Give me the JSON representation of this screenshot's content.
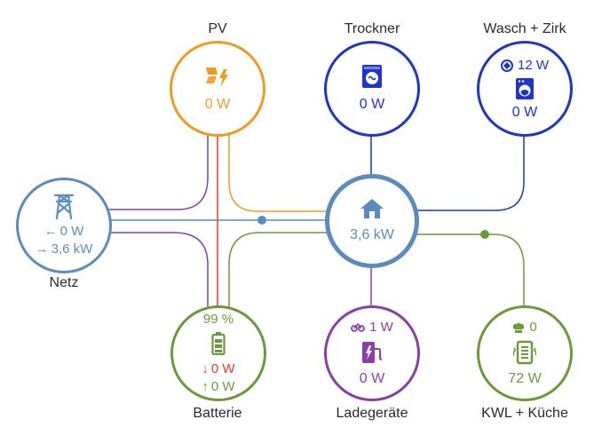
{
  "colors": {
    "pv": "#ef9b23",
    "grid": "#5b8cbf",
    "battery_in": "#e03c31",
    "battery": "#6a9a3a",
    "trockner": "#1d35c9",
    "ladegeraete": "#8a3fa6",
    "kwl": "#6a9a3a",
    "home": "#5b8cbf"
  },
  "nodes": {
    "pv": {
      "label": "PV",
      "value": "0 W",
      "icon": "solar-panel-lightning-icon"
    },
    "trockner": {
      "label": "Trockner",
      "value": "0 W",
      "icon": "tumble-dryer-icon"
    },
    "wasch": {
      "label": "Wasch + Zirk",
      "secondary": "12 W",
      "value": "0 W",
      "icon": "washing-machine-icon",
      "secondary_icon": "pump-icon"
    },
    "netz": {
      "label": "Netz",
      "import": "0 W",
      "export": "3,6 kW",
      "icon": "transmission-tower-icon"
    },
    "home": {
      "value": "3,6 kW",
      "icon": "home-icon"
    },
    "batterie": {
      "label": "Batterie",
      "soc": "99 %",
      "discharge": "0 W",
      "charge": "0 W",
      "icon": "battery-high-icon"
    },
    "ladegeraete": {
      "label": "Ladegeräte",
      "secondary": "1 W",
      "value": "0 W",
      "icon": "ev-charger-icon",
      "secondary_icon": "bicycle-fan-icon"
    },
    "kwl": {
      "label": "KWL + Küche",
      "secondary": "0",
      "value": "72 W",
      "icon": "air-filter-icon",
      "secondary_icon": "chef-hat-icon"
    }
  }
}
